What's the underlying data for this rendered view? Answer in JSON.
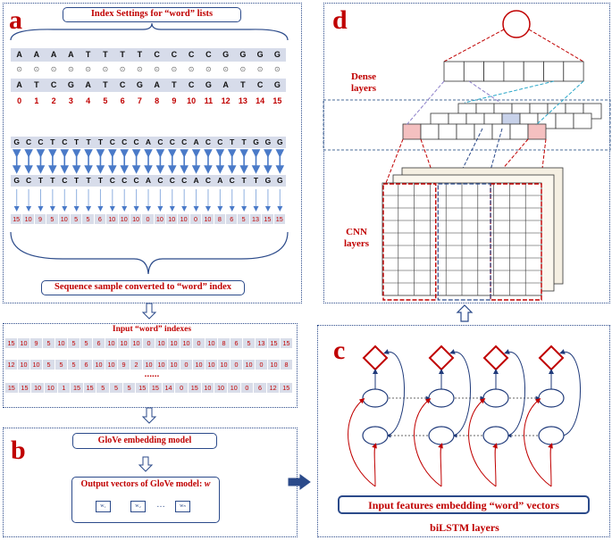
{
  "panel_a": {
    "letter": "a",
    "index_title": "Index Settings for “word” lists",
    "index_rows": [
      [
        "A",
        "A",
        "A",
        "A",
        "T",
        "T",
        "T",
        "T",
        "C",
        "C",
        "C",
        "C",
        "G",
        "G",
        "G",
        "G"
      ],
      [
        "⊙",
        "⊙",
        "⊙",
        "⊙",
        "⊙",
        "⊙",
        "⊙",
        "⊙",
        "⊙",
        "⊙",
        "⊙",
        "⊙",
        "⊙",
        "⊙",
        "⊙",
        "⊙"
      ],
      [
        "A",
        "T",
        "C",
        "G",
        "A",
        "T",
        "C",
        "G",
        "A",
        "T",
        "C",
        "G",
        "A",
        "T",
        "C",
        "G"
      ],
      [
        "0",
        "1",
        "2",
        "3",
        "4",
        "5",
        "6",
        "7",
        "8",
        "9",
        "10",
        "11",
        "12",
        "13",
        "14",
        "15"
      ]
    ],
    "seq_top": [
      "G",
      "C",
      "C",
      "T",
      "C",
      "T",
      "T",
      "T",
      "C",
      "C",
      "C",
      "A",
      "C",
      "C",
      "C",
      "A",
      "C",
      "C",
      "T",
      "T",
      "G",
      "G",
      "G"
    ],
    "seq_bottom": [
      "G",
      "C",
      "T",
      "T",
      "C",
      "T",
      "T",
      "T",
      "C",
      "C",
      "C",
      "A",
      "C",
      "C",
      "C",
      "A",
      "C",
      "A",
      "C",
      "T",
      "T",
      "G",
      "G"
    ],
    "word_index": [
      "15",
      "10",
      "9",
      "5",
      "10",
      "5",
      "5",
      "6",
      "10",
      "10",
      "10",
      "0",
      "10",
      "10",
      "10",
      "0",
      "10",
      "8",
      "6",
      "5",
      "13",
      "15",
      "15"
    ],
    "footer": "Sequence sample converted to “word” index"
  },
  "input_panel": {
    "title": "Input “word” indexes",
    "rows": [
      [
        "15",
        "10",
        "9",
        "5",
        "10",
        "5",
        "5",
        "6",
        "10",
        "10",
        "10",
        "0",
        "10",
        "10",
        "10",
        "0",
        "10",
        "8",
        "6",
        "5",
        "13",
        "15",
        "15"
      ],
      [
        "12",
        "10",
        "10",
        "5",
        "5",
        "5",
        "6",
        "10",
        "10",
        "9",
        "2",
        "10",
        "10",
        "10",
        "0",
        "10",
        "10",
        "10",
        "0",
        "10",
        "0",
        "10",
        "8"
      ],
      [
        "15",
        "15",
        "10",
        "10",
        "1",
        "15",
        "15",
        "5",
        "5",
        "5",
        "15",
        "15",
        "14",
        "0",
        "15",
        "10",
        "10",
        "10",
        "0",
        "6",
        "12",
        "15"
      ]
    ],
    "ellipsis": "......"
  },
  "panel_b": {
    "letter": "b",
    "glove_label": "GloVe embedding model",
    "output_label_prefix": "Output vectors of GloVe model: ",
    "output_label_var": "w",
    "vectors": [
      "w₁",
      "w₂",
      "wₙ"
    ],
    "ellipsis": "…"
  },
  "panel_c": {
    "letter": "c",
    "input_label": "Input features embedding “word” vectors",
    "bilstm_label": "biLSTM layers"
  },
  "panel_d": {
    "letter": "d",
    "dense_label": [
      "Dense",
      "layers"
    ],
    "cnn_label": [
      "CNN",
      "layers"
    ]
  },
  "colors": {
    "accent_red": "#c00000",
    "navy": "#2b4a8a",
    "row_fill": "#d7dcea",
    "arrow_blue": "#4a7ac8"
  }
}
